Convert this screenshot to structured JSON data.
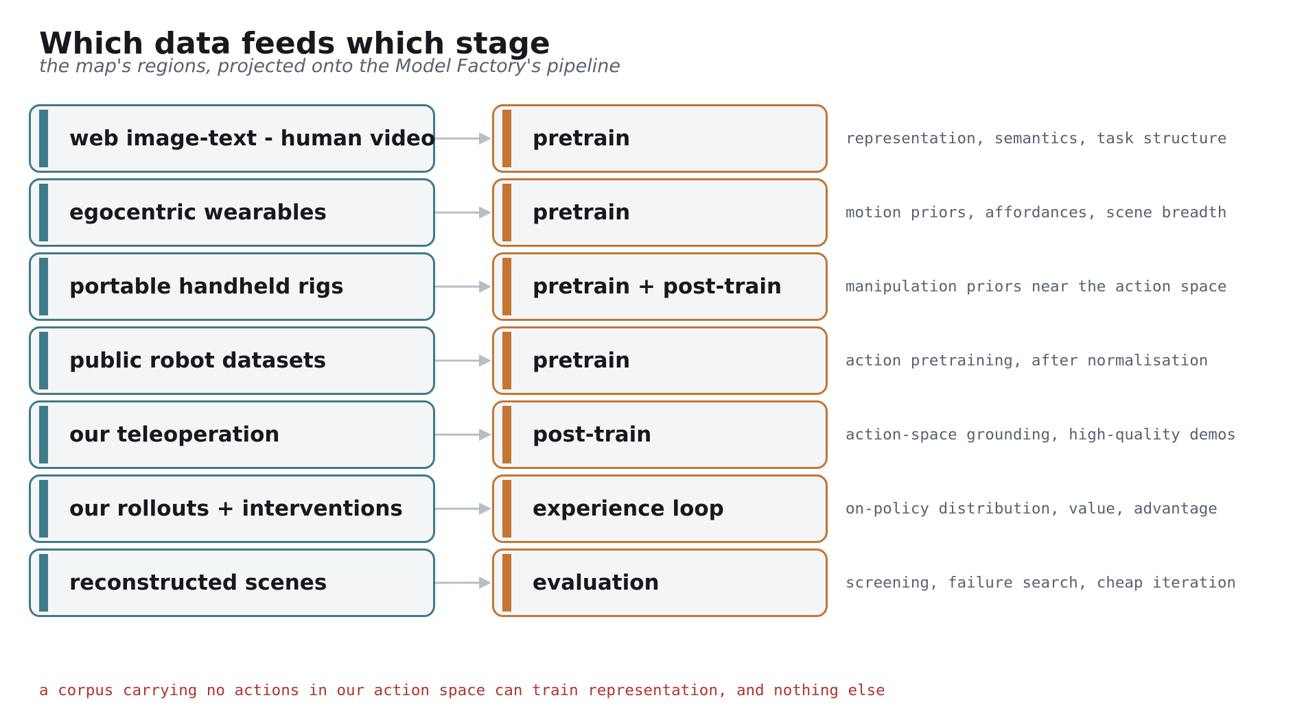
{
  "title": "Which data feeds which stage",
  "subtitle": "the map's regions, projected onto the Model Factory's pipeline",
  "colors": {
    "source_accent": "#3f7a88",
    "stage_accent": "#c47532",
    "box_fill": "#f4f5f7",
    "arrow": "#b7bec7",
    "note_text": "#5a6170",
    "footnote_text": "#b0352e"
  },
  "rows": [
    {
      "source": "web image-text - human video",
      "stage": "pretrain",
      "note": "representation, semantics, task structure"
    },
    {
      "source": "egocentric wearables",
      "stage": "pretrain",
      "note": "motion priors, affordances, scene breadth"
    },
    {
      "source": "portable handheld rigs",
      "stage": "pretrain + post-train",
      "note": "manipulation priors near the action space"
    },
    {
      "source": "public robot datasets",
      "stage": "pretrain",
      "note": "action pretraining, after normalisation"
    },
    {
      "source": "our teleoperation",
      "stage": "post-train",
      "note": "action-space grounding, high-quality demos"
    },
    {
      "source": "our rollouts + interventions",
      "stage": "experience loop",
      "note": "on-policy distribution, value, advantage"
    },
    {
      "source": "reconstructed scenes",
      "stage": "evaluation",
      "note": "screening, failure search, cheap iteration"
    }
  ],
  "footnote": "a corpus carrying no actions in our action space can train representation, and nothing else"
}
